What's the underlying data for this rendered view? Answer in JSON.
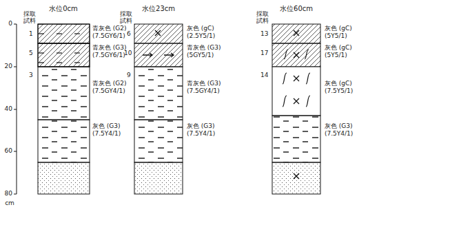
{
  "diagram": {
    "labels": [
      "水位0cm",
      "水位23cm",
      "水位60cm",
      "0",
      "20",
      "40",
      "60",
      "80",
      "cm",
      "採取試料",
      "1",
      "5",
      "3",
      "青灰色 (G2)",
      "(7.5GY6/1)",
      "青灰色 (G3)",
      "(7.5GY6/1)",
      "青灰色 (G2)",
      "(7.5GY4/1)",
      "灰色 (G3)",
      "(7.5Y4/1)",
      "採取試料",
      "6",
      "10",
      "9",
      "灰色 (gC)",
      "(2.5Y5/1)",
      "青灰色 (G3)",
      "(5GY5/1)",
      "青灰色 (G3)",
      "(7.5GY4/1)",
      "灰色 (G3)",
      "(7.5Y4/1)",
      "採取試料",
      "13",
      "17",
      "14",
      "灰色 (gC)",
      "(5Y5/1)",
      "灰色 (gC)",
      "(5Y5/1)",
      "灰色 (gC)",
      "(7.5Y5/1)",
      "灰色 (G3)",
      "(7.5Y4/1)"
    ]
  }
}
